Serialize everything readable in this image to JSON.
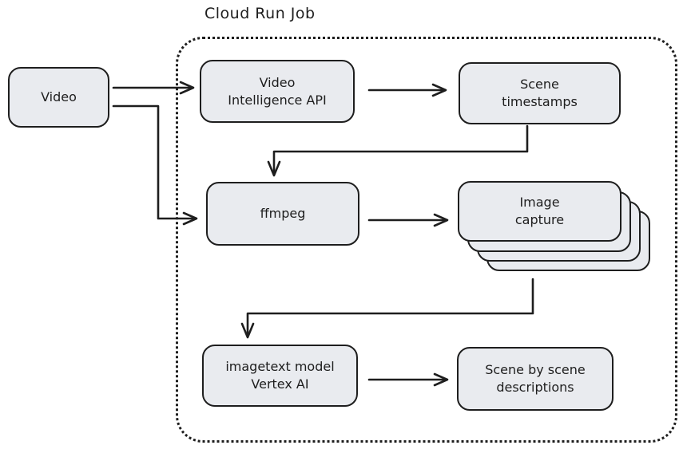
{
  "diagram": {
    "cluster": {
      "title": "Cloud Run Job"
    },
    "nodes": {
      "video": {
        "label": "Video"
      },
      "video_intelligence_api": {
        "label": "Video\nIntelligence API"
      },
      "scene_timestamps": {
        "label": "Scene\ntimestamps"
      },
      "ffmpeg": {
        "label": "ffmpeg"
      },
      "image_capture": {
        "label": "Image\ncapture"
      },
      "imagetext_model": {
        "label": "imagetext model\nVertex AI"
      },
      "scene_descriptions": {
        "label": "Scene by scene\ndescriptions"
      }
    },
    "edges": [
      {
        "from": "video",
        "to": "video_intelligence_api"
      },
      {
        "from": "video",
        "to": "ffmpeg"
      },
      {
        "from": "video_intelligence_api",
        "to": "scene_timestamps"
      },
      {
        "from": "scene_timestamps",
        "to": "ffmpeg"
      },
      {
        "from": "ffmpeg",
        "to": "image_capture"
      },
      {
        "from": "image_capture",
        "to": "imagetext_model"
      },
      {
        "from": "imagetext_model",
        "to": "scene_descriptions"
      }
    ],
    "colors": {
      "node_fill": "#e9ebef",
      "stroke": "#1e1e1e",
      "background": "#ffffff"
    }
  }
}
